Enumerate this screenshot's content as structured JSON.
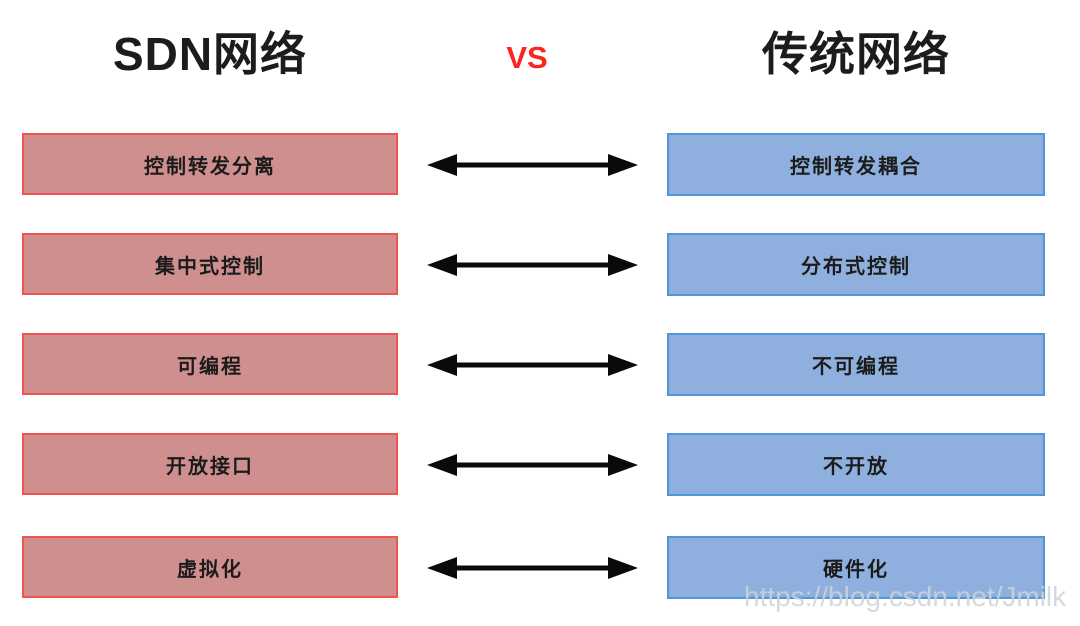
{
  "header": {
    "left_title": "SDN网络",
    "vs_label": "VS",
    "right_title": "传统网络"
  },
  "comparison": {
    "rows": [
      {
        "sdn": "控制转发分离",
        "traditional": "控制转发耦合"
      },
      {
        "sdn": "集中式控制",
        "traditional": "分布式控制"
      },
      {
        "sdn": "可编程",
        "traditional": "不可编程"
      },
      {
        "sdn": "开放接口",
        "traditional": "不开放"
      },
      {
        "sdn": "虚拟化",
        "traditional": "硬件化"
      }
    ]
  },
  "colors": {
    "sdn_box_fill": "#cf8f8f",
    "sdn_box_border": "#f0544f",
    "traditional_box_fill": "#8fb0de",
    "traditional_box_border": "#4f97da",
    "vs_color": "#fb251d",
    "arrow_color": "#0a0a0a"
  },
  "watermark": {
    "text": "https://blog.csdn.net/Jmilk"
  }
}
